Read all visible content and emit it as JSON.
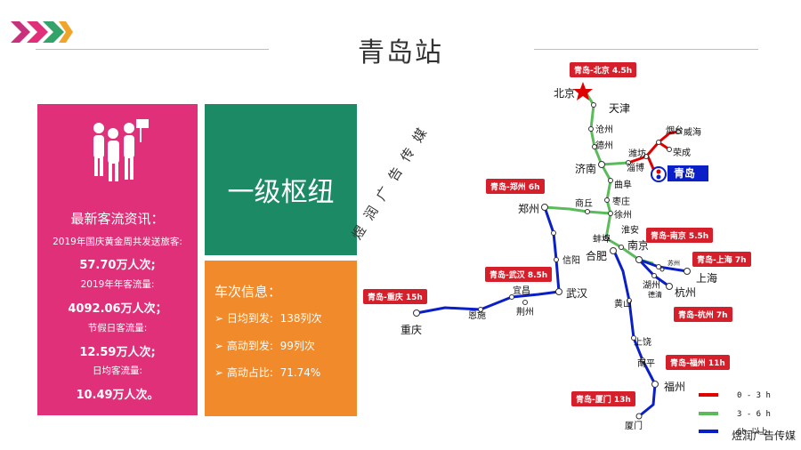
{
  "title": "青岛站",
  "colors": {
    "pink": "#e0307a",
    "teal": "#1c8a64",
    "orange": "#f08a2a",
    "red": "#e00000",
    "green": "#5bbb5b",
    "blue": "#0a1fc8"
  },
  "pink_panel": {
    "heading": "最新客流资讯：",
    "items": [
      {
        "label": "2019年国庆黄金周共发送旅客:",
        "value": "57.70万人次;"
      },
      {
        "label": "2019年年客流量:",
        "value": "4092.06万人次；"
      },
      {
        "label": "节假日客流量:",
        "value": "12.59万人次;"
      },
      {
        "label": "日均客流量:",
        "value": "10.49万人次。"
      }
    ]
  },
  "hub": {
    "text": "一级枢纽"
  },
  "trains": {
    "heading": "车次信息：",
    "rows": [
      {
        "label": "日均到发:",
        "value": "138列次"
      },
      {
        "label": "高动到发:",
        "value": "99列次"
      },
      {
        "label": "高动占比:",
        "value": "71.74%"
      }
    ]
  },
  "watermark": "煜 润 广 告 传 媒",
  "watermark_corner": "煜润广告传媒",
  "routes": [
    {
      "text": "青岛-北京  4.5h"
    },
    {
      "text": "青岛-郑州  6h"
    },
    {
      "text": "青岛-南京  5.5h"
    },
    {
      "text": "青岛-上海  7h"
    },
    {
      "text": "青岛-武汉  8.5h"
    },
    {
      "text": "青岛-杭州  7h"
    },
    {
      "text": "青岛-重庆 15h"
    },
    {
      "text": "青岛-福州  11h"
    },
    {
      "text": "青岛-厦门  13h"
    }
  ],
  "cities": [
    "北京",
    "天津",
    "沧州",
    "德州",
    "济南",
    "淄博",
    "潍坊",
    "烟台",
    "威海",
    "荣成",
    "青岛",
    "曲阜",
    "枣庄",
    "徐州",
    "商丘",
    "郑州",
    "淮安",
    "蚌埠",
    "南京",
    "合肥",
    "苏州",
    "上海",
    "湖州",
    "德清",
    "杭州",
    "信阳",
    "武汉",
    "宜昌",
    "荆州",
    "恩施",
    "重庆",
    "黄山",
    "上饶",
    "南平",
    "福州",
    "厦门"
  ],
  "legend": [
    {
      "label": "0 - 3 h",
      "color": "#e00000"
    },
    {
      "label": "3 - 6 h",
      "color": "#5bbb5b"
    },
    {
      "label": "6h  以上",
      "color": "#0a1fc8"
    }
  ]
}
